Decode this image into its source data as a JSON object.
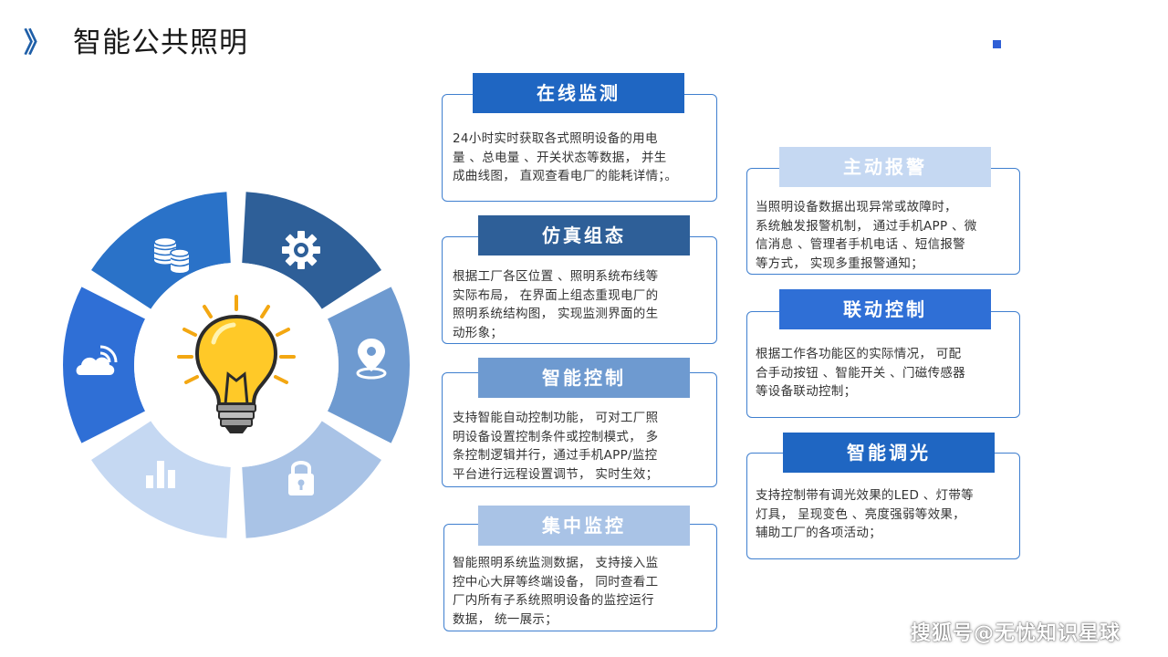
{
  "header": {
    "chevron": "》",
    "title": "智能公共照明"
  },
  "colors": {
    "brand": "#1f5fa8",
    "navy": "#2e5f98",
    "blue": "#2a72c8",
    "mid_blue": "#6e9ad0",
    "light_blue": "#a9c3e6",
    "pale_blue": "#c5d8f2",
    "bright_blue": "#2f6fd6"
  },
  "wheel": {
    "segments": [
      {
        "icon": "coins-icon"
      },
      {
        "icon": "gear-icon"
      },
      {
        "icon": "location-pin-icon"
      },
      {
        "icon": "lock-icon"
      },
      {
        "icon": "bar-chart-icon"
      },
      {
        "icon": "cloud-signal-icon"
      }
    ],
    "center_icon": "light-bulb-icon"
  },
  "cards": {
    "online_monitoring": {
      "title": "在线监测",
      "lines": [
        "24小时实时获取各式照明设备的用电",
        "量 、总电量 、开关状态等数据， 并生",
        " 成曲线图， 直观查看电厂的能耗详情；。"
      ]
    },
    "simulation": {
      "title": "仿真组态",
      "lines": [
        "根据工厂各区位置 、照明系统布线等",
        "实际布局， 在界面上组态重现电厂的",
        "照明系统结构图， 实现监测界面的生",
        "动形象；"
      ]
    },
    "smart_control": {
      "title": "智能控制",
      "lines": [
        "支持智能自动控制功能， 可对工厂照",
        "明设备设置控制条件或控制模式， 多",
        "条控制逻辑并行，通过手机APP/监控",
        "平台进行远程设置调节， 实时生效；"
      ]
    },
    "central_monitoring": {
      "title": "集中监控",
      "lines": [
        "智能照明系统监测数据， 支持接入监",
        "控中心大屏等终端设备， 同时查看工",
        "厂内所有子系统照明设备的监控运行",
        "数据， 统一展示；"
      ]
    },
    "active_alarm": {
      "title": "主动报警",
      "lines": [
        "当照明设备数据出现异常或故障时，",
        "系统触发报警机制， 通过手机APP 、微",
        "信消息 、管理者手机电话 、短信报警",
        "等方式， 实现多重报警通知；"
      ]
    },
    "linkage_control": {
      "title": "联动控制",
      "lines": [
        "根据工作各功能区的实际情况， 可配",
        "合手动按钮 、智能开关 、门磁传感器",
        "等设备联动控制；"
      ]
    },
    "smart_dimming": {
      "title": "智能调光",
      "lines": [
        " 支持控制带有调光效果的LED 、灯带等",
        "灯具， 呈现变色 、亮度强弱等效果，",
        "辅助工厂的各项活动；"
      ]
    }
  },
  "watermark": "搜狐号@无忧知识星球"
}
